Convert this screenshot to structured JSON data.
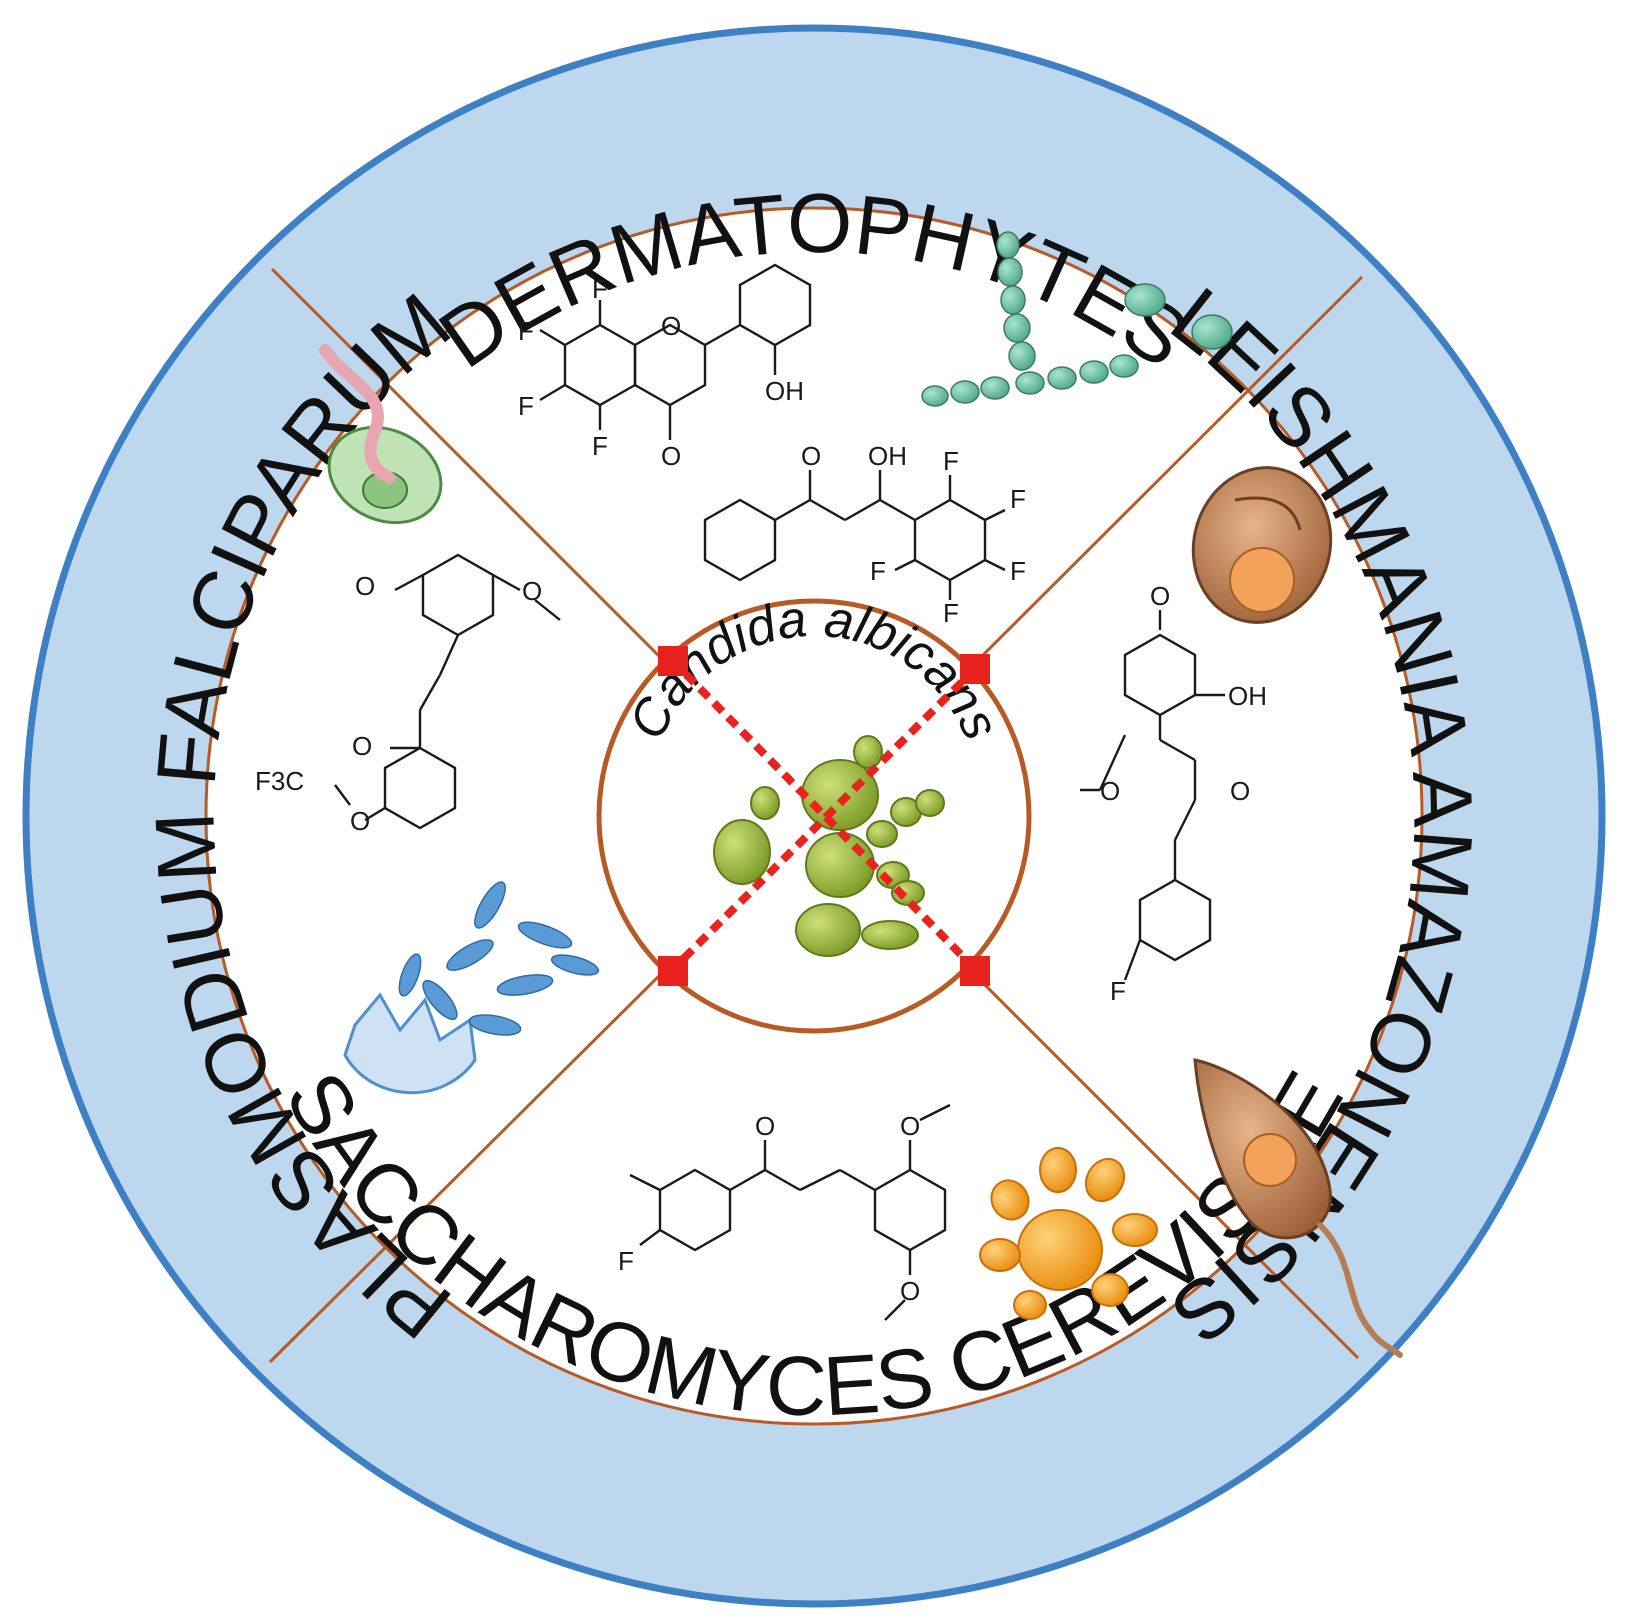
{
  "ring_labels": {
    "top": "DERMATOPHYTES",
    "right": "LEISHMANIA AMAZONENSIS",
    "bottom": "SACCHAROMYCES CEREVISIAE",
    "left": "PLASMODIUM FALCIPARUM"
  },
  "center": {
    "label": "Candida albicans"
  },
  "chem_labels": {
    "F": "F",
    "O": "O",
    "OH": "OH",
    "F3C": "F3C"
  },
  "colors": {
    "outer_ring_fill": "#bcd7ee",
    "outer_ring_stroke": "#3f7fc4",
    "divider": "#b85a25",
    "cross": "#e8231d",
    "yeast_green": "#8fb13a",
    "orange_yeast": "#f1a019",
    "hyphae": "#6cc3a8",
    "plasmodium_blue": "#4f8fcf",
    "leishmania_brown": "#b67c53"
  },
  "icons": [
    "candida-yeast-icon",
    "dermatophyte-hyphae-icon",
    "leishmania-amastigote-icon",
    "leishmania-promastigote-icon",
    "saccharomyces-yeast-icon",
    "plasmodium-sporozoite-icon",
    "plasmodium-merozoites-icon"
  ]
}
